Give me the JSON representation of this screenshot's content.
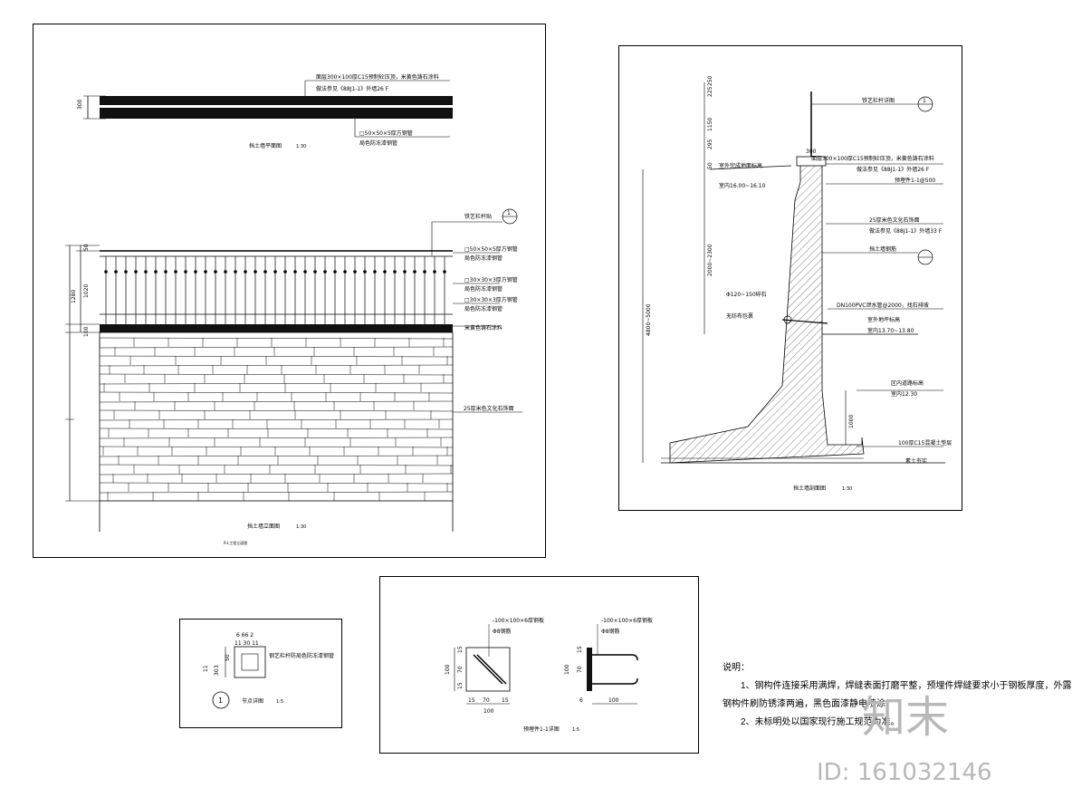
{
  "elevation": {
    "plan_title": "挡土墙平面图",
    "plan_scale": "1:30",
    "plan_label_coping_1": "面层300×100厚C15预制砼压顶，米黄色铸石涂料",
    "plan_label_coping_2": "做法参见《88J1-1》外墙26 F",
    "plan_label_tube_1": "□50×50×5厚方钢管",
    "plan_label_tube_2": "局色防冻漆钢管",
    "plan_dim_300": "300",
    "rail_callout": "铁艺栏杆贴",
    "rail_label_1a": "□50×50×5厚方钢管",
    "rail_label_1b": "局色防冻漆钢管",
    "rail_label_2a": "□30×30×3厚方钢管",
    "rail_label_2b": "局色防冻漆钢管",
    "rail_label_3a": "□30×30×3厚方钢管",
    "rail_label_3b": "局色防冻漆钢管",
    "rail_label_4": "米黄色铸石涂料",
    "stone_label": "25厚米色文化石饰面",
    "dim_50": "50",
    "dim_1020": "1020",
    "dim_1280": "1280",
    "dim_100": "100",
    "elev_title": "挡土墙立面图",
    "elev_scale": "1:30",
    "elev_subtitle": "R-L工程立面图"
  },
  "section": {
    "callout_top": "铁艺栏杆详图",
    "label_coping_1": "面层300×100厚C15预制砼压顶，米黄色铸石涂料",
    "label_coping_2": "做法参见《88J1-1》外墙26 F",
    "label_embed": "预埋件1-1@500",
    "label_stone_1": "25厚米色文化石饰面",
    "label_stone_2": "做法参见《88J1-1》外墙33 F",
    "label_wall": "挡土墙钢筋",
    "label_pipe": "DN100PVC泄水管@2000，找石排坡",
    "label_outdoor": "室外地坪标高",
    "label_outdoor_val": "室内13.70~13.80",
    "label_gravel": "Φ120~150碎石",
    "label_filter": "无纺布包裹",
    "label_left_1": "室外完成地面标高",
    "label_left_2": "室内16.00~16.10",
    "label_ground_1": "区内道路标高",
    "label_ground_2": "室内12.30",
    "label_cushion": "100厚C15混凝土垫层",
    "label_soil": "素土夯实",
    "dim_225": "225",
    "dim_250": "250",
    "dim_1150": "1150",
    "dim_295": "295",
    "dim_50": "50",
    "dim_2000": "2000~2300",
    "dim_4800": "4800~5000",
    "dim_1000": "1000",
    "dim_300": "300",
    "title": "挡土墙剖面图",
    "scale": "1:30"
  },
  "node": {
    "dims_top": "6 66 2",
    "dims_sub": "11 30 11",
    "label": "钢艺栏杆防局色防冻漆钢管",
    "dim_a": "50",
    "dim_b": "3",
    "dim_c": "30",
    "dim_d": "11",
    "marker": "1",
    "title": "节点详图",
    "scale": "1:5"
  },
  "embed": {
    "label_plate_left": "-100×100×6厚钢板",
    "label_bar_left": "Φ8钢筋",
    "label_plate_right": "-100×100×6厚钢板",
    "label_bar_right": "Φ8钢筋",
    "dim_15a": "15",
    "dim_70": "70",
    "dim_15b": "15",
    "dim_100": "100",
    "dim_bottom_15a": "15",
    "dim_bottom_70": "70",
    "dim_bottom_15b": "15",
    "dim_bottom_100": "100",
    "dim_r_15": "15",
    "dim_r_70": "70",
    "dim_r_100": "100",
    "dim_r_6": "6",
    "dim_r_bottom_100": "100",
    "title": "预埋件1-1详图",
    "scale": "1:5"
  },
  "notes": {
    "heading": "说明：",
    "line1": "1、钢构件连接采用满焊，焊缝表面打磨平整，预埋件焊缝要求小于钢板厚度，外露",
    "line2": "钢构件刷防锈漆两遍，黑色面漆静电喷涂。",
    "line3": "2、未标明处以国家现行施工规范为准。"
  },
  "watermark": {
    "logo": "知末",
    "id": "ID: 161032146"
  }
}
